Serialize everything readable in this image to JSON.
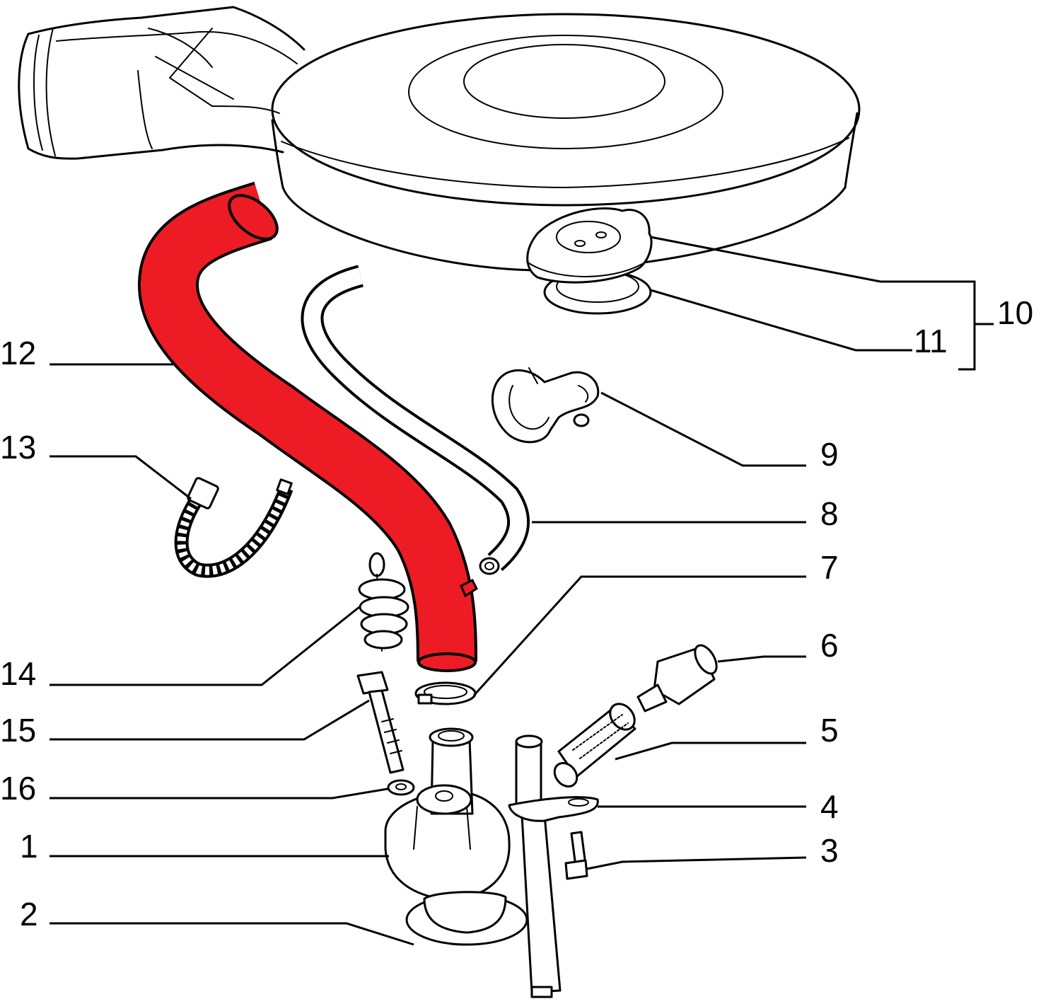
{
  "callouts": [
    {
      "id": "1",
      "label": "1"
    },
    {
      "id": "2",
      "label": "2"
    },
    {
      "id": "3",
      "label": "3"
    },
    {
      "id": "4",
      "label": "4"
    },
    {
      "id": "5",
      "label": "5"
    },
    {
      "id": "6",
      "label": "6"
    },
    {
      "id": "7",
      "label": "7"
    },
    {
      "id": "8",
      "label": "8"
    },
    {
      "id": "9",
      "label": "9"
    },
    {
      "id": "10",
      "label": "10"
    },
    {
      "id": "11",
      "label": "11"
    },
    {
      "id": "12",
      "label": "12"
    },
    {
      "id": "13",
      "label": "13"
    },
    {
      "id": "14",
      "label": "14"
    },
    {
      "id": "15",
      "label": "15"
    },
    {
      "id": "16",
      "label": "16"
    }
  ],
  "colors": {
    "highlight": "#ED1C24",
    "line": "#000000",
    "background": "#FFFFFF"
  }
}
